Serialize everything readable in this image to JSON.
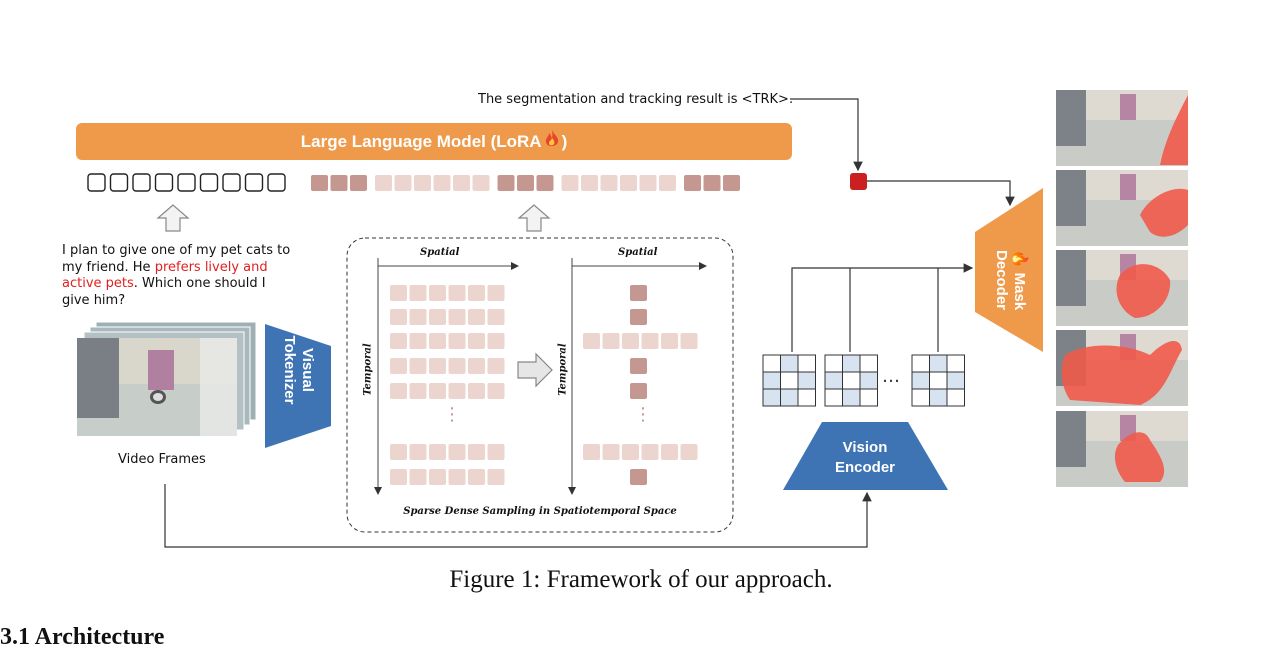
{
  "llm": {
    "label": "Large Language Model (LoRA",
    "fire_icon": "fire-icon"
  },
  "output_text": "The segmentation and tracking result is <TRK>.",
  "question": {
    "part1": "I plan to give one of my pet cats to my friend. He ",
    "highlight": "prefers lively and active pets",
    "part2": ". Which one should I give him?"
  },
  "video_frames_label": "Video Frames",
  "tokenizer": {
    "line1": "Visual",
    "line2": "Tokenizer"
  },
  "sampling": {
    "spatial_label": "Spatial",
    "temporal_label": "Temporal",
    "caption": "Sparse Dense Sampling in Spatiotemporal Space",
    "vertical_dots": "⋮"
  },
  "vision_encoder": {
    "line1": "Vision",
    "line2": "Encoder"
  },
  "mask_decoder": {
    "line1": "Mask",
    "line2": "Decoder"
  },
  "encoder_dots": "…",
  "figure_caption": "Figure 1: Framework of our approach.",
  "section_heading": "3.1   Architecture",
  "colors": {
    "llm_orange": "#ef9a4a",
    "tokenizer_blue": "#3f74b4",
    "token_light": "#ecd4cf",
    "token_dark": "#c49890",
    "trk_red": "#cc1f1f",
    "highlight_red": "#e02020",
    "grid_blue": "#d8e3f1"
  }
}
